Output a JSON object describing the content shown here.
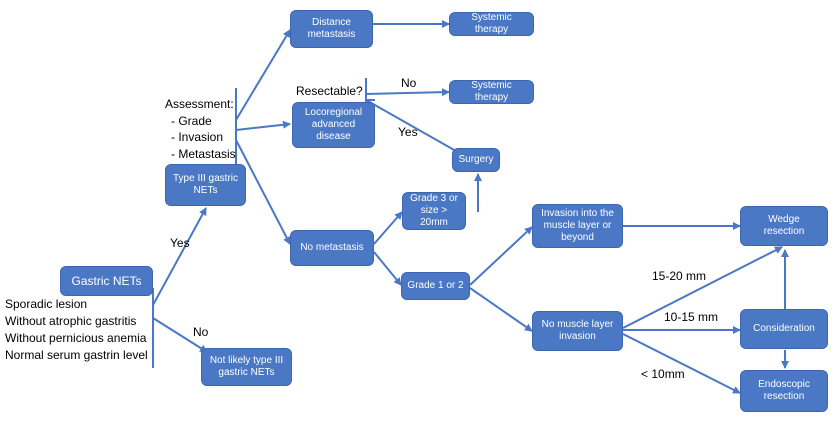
{
  "nodes": {
    "gastric_nets": "Gastric NETs",
    "type3": "Type III gastric\nNETs",
    "not_likely": "Not likely type III\ngastric NETs",
    "distance_met": "Distance\nmetastasis",
    "systemic1": "Systemic therapy",
    "locoregional": "Locoregional\nadvanced\ndisease",
    "systemic2": "Systemic therapy",
    "surgery": "Surgery",
    "no_met": "No metastasis",
    "grade3": "Grade 3 or\nsize > 20mm",
    "grade12": "Grade 1 or 2",
    "invasion": "Invasion into the\nmuscle layer or\nbeyond",
    "no_muscle": "No muscle layer\ninvasion",
    "wedge": "Wedge\nresection",
    "consideration": "Consideration",
    "endoscopic": "Endoscopic\nresection"
  },
  "criteria": [
    "Sporadic lesion",
    "Without atrophic gastritis",
    "Without pernicious anemia",
    "Normal serum gastrin level"
  ],
  "assessment": {
    "title": "Assessment:",
    "items": [
      "- Grade",
      "- Invasion",
      "- Metastasis"
    ]
  },
  "labels": {
    "yes_type3": "Yes",
    "no_type3": "No",
    "resectable": "Resectable?",
    "no_resect": "No",
    "yes_resect": "Yes",
    "size_15_20": "15-20 mm",
    "size_10_15": "10-15 mm",
    "size_lt10": "< 10mm"
  },
  "colors": {
    "box_fill": "#4a78c4",
    "line": "#4a78c4",
    "text_on_box": "#ffffff"
  }
}
